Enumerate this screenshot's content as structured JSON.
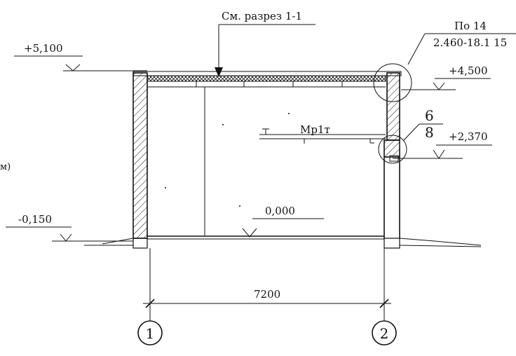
{
  "labels": {
    "section_ref": "См. разрез 1-1",
    "node_ref_top": "По 14",
    "node_ref_bottom": "2.460-18.1 15",
    "elev_top_left": "+5,100",
    "elev_top_right": "+4,500",
    "elev_mid_right": "+2,370",
    "elev_left_ground": "-0,150",
    "elev_floor": "0,000",
    "node_num_top": "6",
    "node_num_bottom": "8",
    "crane_beam": "Мр1т",
    "left_fragment": "м)",
    "dimension": "7200",
    "axis_1": "1",
    "axis_2": "2"
  }
}
